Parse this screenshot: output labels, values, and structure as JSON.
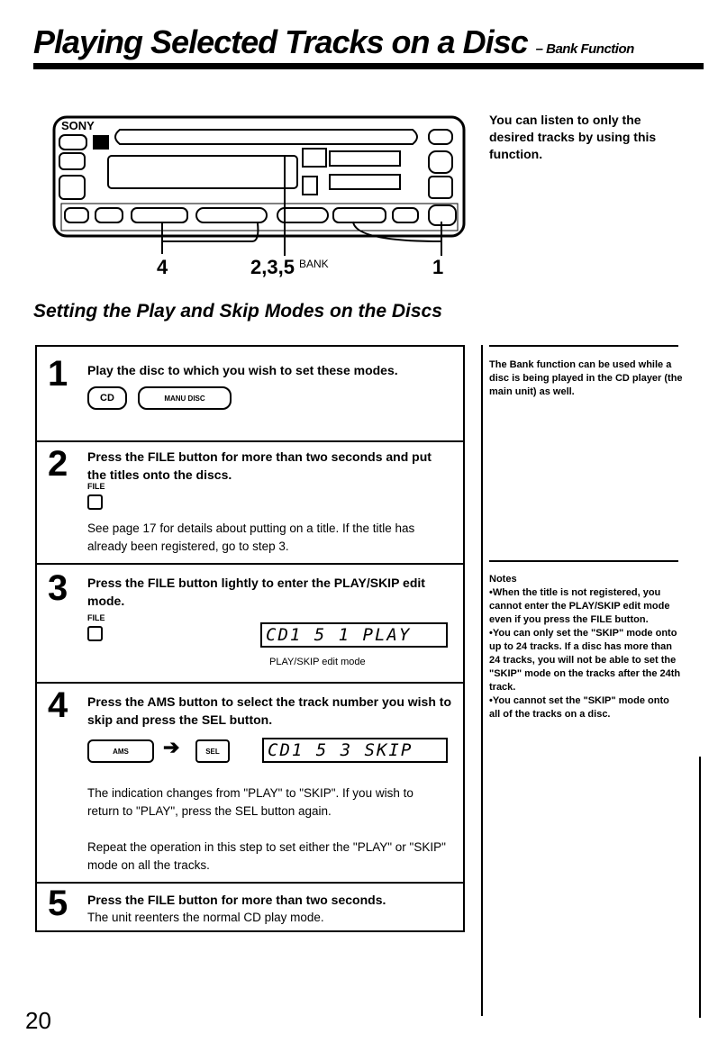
{
  "header": {
    "title": "Playing Selected Tracks on a Disc",
    "subtitle": "– Bank Function"
  },
  "intro_text": "You can listen to only the desired tracks by using this function.",
  "device": {
    "brand": "SONY",
    "callouts": [
      "4",
      "2,3,5",
      "BANK",
      "1"
    ]
  },
  "section_title": "Setting the Play and Skip Modes on the Discs",
  "steps": [
    {
      "number": "1",
      "instruction": "Play the disc to which you wish to set these modes.",
      "buttons": [
        "CD",
        "MANU DISC"
      ]
    },
    {
      "number": "2",
      "instruction": "Press the FILE button for more than two seconds and put the titles onto the discs.",
      "button_label": "FILE",
      "note": "See page 17 for details about putting on a title.  If the title has already been registered, go to step 3."
    },
    {
      "number": "3",
      "instruction": "Press the FILE button lightly to enter the PLAY/SKIP edit mode.",
      "button_label": "FILE",
      "display": "CD1 5  1 PLAY",
      "display_caption": "PLAY/SKIP edit mode"
    },
    {
      "number": "4",
      "instruction": "Press the AMS button to select the track number you wish to skip and press the SEL button.",
      "buttons": [
        "AMS",
        "SEL"
      ],
      "display": "CD1 5  3 SKIP",
      "note_1": "The indication changes from \"PLAY\" to \"SKIP\".  If you wish to return to \"PLAY\", press the SEL button again.",
      "note_2": "Repeat the operation in this step to set either the \"PLAY\" or \"SKIP\" mode on all the tracks."
    },
    {
      "number": "5",
      "instruction": "Press the FILE button for more than two seconds.",
      "note": "The unit reenters the normal CD play mode."
    }
  ],
  "sidebar": {
    "bank_note": "The Bank function can be used while a disc is being played in the CD player (the main unit) as well.",
    "notes_title": "Notes",
    "notes": [
      "•When the title is not registered, you cannot enter the PLAY/SKIP edit mode even if you press the FILE button.",
      "•You can only set the \"SKIP\" mode onto up to 24 tracks.  If a disc has more than 24 tracks, you will not be able to set the \"SKIP\" mode on the tracks after the 24th track.",
      "•You cannot set the \"SKIP\" mode onto all of the tracks on a disc."
    ]
  },
  "page_number": "20"
}
